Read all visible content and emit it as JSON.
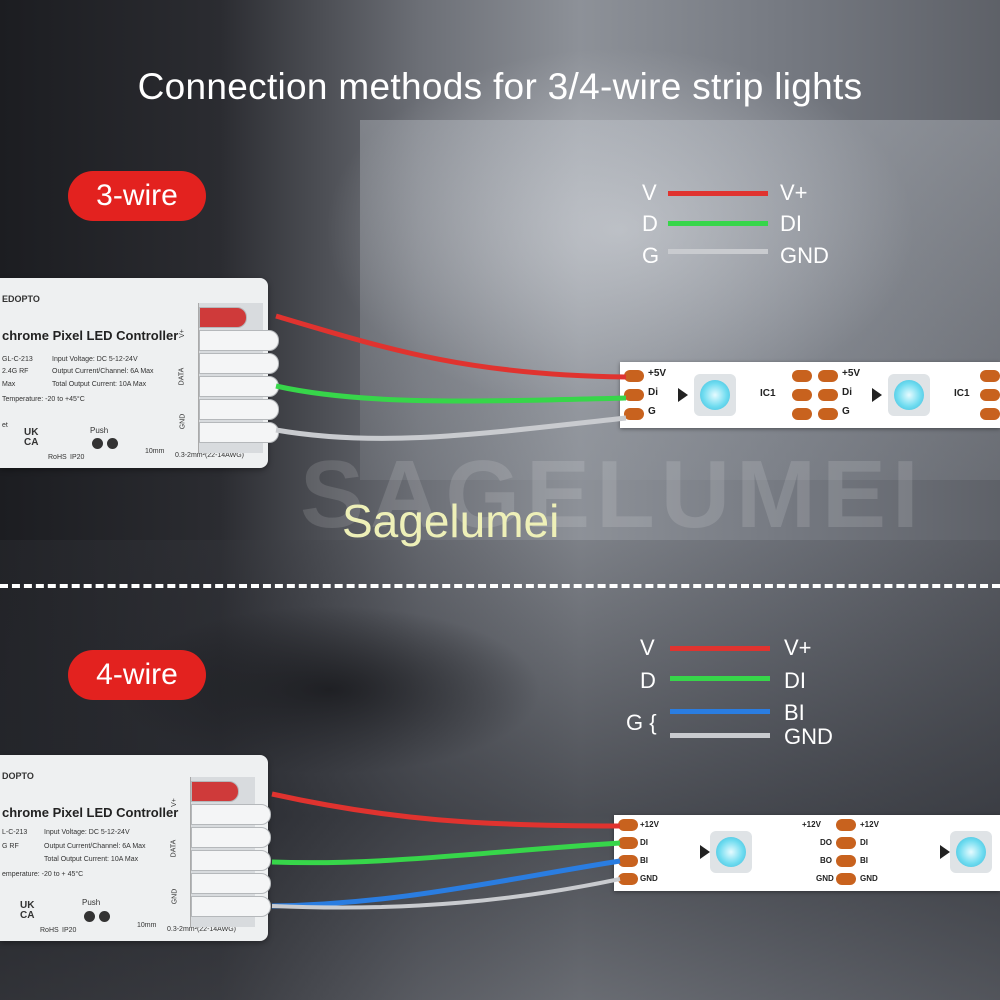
{
  "title": "Connection methods for 3/4-wire strip lights",
  "brand_text": "Sagelumei",
  "watermark_text": "SAGELUMEI",
  "colors": {
    "red_wire": "#e0332f",
    "green_wire": "#37d64a",
    "blue_wire": "#2a7de1",
    "gray_wire": "#c9cbcf",
    "badge": "#e3221f"
  },
  "three_wire": {
    "badge": "3-wire",
    "legend": [
      {
        "left": "V",
        "right": "V+",
        "color": "#e0332f"
      },
      {
        "left": "D",
        "right": "DI",
        "color": "#37d64a"
      },
      {
        "left": "G",
        "right": "GND",
        "color": "#c9cbcf"
      }
    ],
    "controller": {
      "logo": "EDOPTO",
      "name": "chrome Pixel LED Controller",
      "model": "GL-C-213",
      "rf": "2.4G RF",
      "max": "Max",
      "temp": "Temperature: -20 to +45°C",
      "input_voltage": "Input Voltage: DC 5-12-24V",
      "output_current": "Output Current/Channel: 6A Max",
      "total_current": "Total Output Current: 10A Max",
      "v_label": "V+",
      "data_label": "DATA",
      "gnd_label": "GND",
      "push": "Push",
      "reset": "et",
      "cert": "UK CA",
      "rohs": "RoHS",
      "ip": "IP20",
      "length": "10mm",
      "wire_spec": "0.3-2mm²(22-14AWG)"
    },
    "strip": {
      "p1": "+5V",
      "p2": "Di",
      "p3": "G",
      "chip": "IC1"
    }
  },
  "four_wire": {
    "badge": "4-wire",
    "legend": [
      {
        "left": "V",
        "right": "V+",
        "color": "#e0332f"
      },
      {
        "left": "D",
        "right": "DI",
        "color": "#37d64a"
      },
      {
        "left": "G {",
        "right": "BI",
        "color": "#2a7de1"
      },
      {
        "left": "",
        "right": "GND",
        "color": "#c9cbcf"
      }
    ],
    "controller": {
      "logo": "DOPTO",
      "name": "chrome Pixel LED Controller",
      "model": "L-C-213",
      "rf": "G RF",
      "temp": "emperature: -20 to + 45°C",
      "input_voltage": "Input Voltage: DC 5-12-24V",
      "output_current": "Output Current/Channel: 6A Max",
      "total_current": "Total Output Current: 10A Max",
      "v_label": "V+",
      "data_label": "DATA",
      "gnd_label": "GND",
      "push": "Push",
      "cert": "UK CA",
      "rohs": "RoHS",
      "ip": "IP20",
      "length": "10mm",
      "wire_spec": "0.3-2mm²(22-14AWG)"
    },
    "strip": {
      "p1": "+12V",
      "p2": "DI",
      "p3": "BI",
      "p4": "GND",
      "o1": "+12V",
      "o2": "DO",
      "o3": "BO",
      "o4": "GND"
    }
  }
}
